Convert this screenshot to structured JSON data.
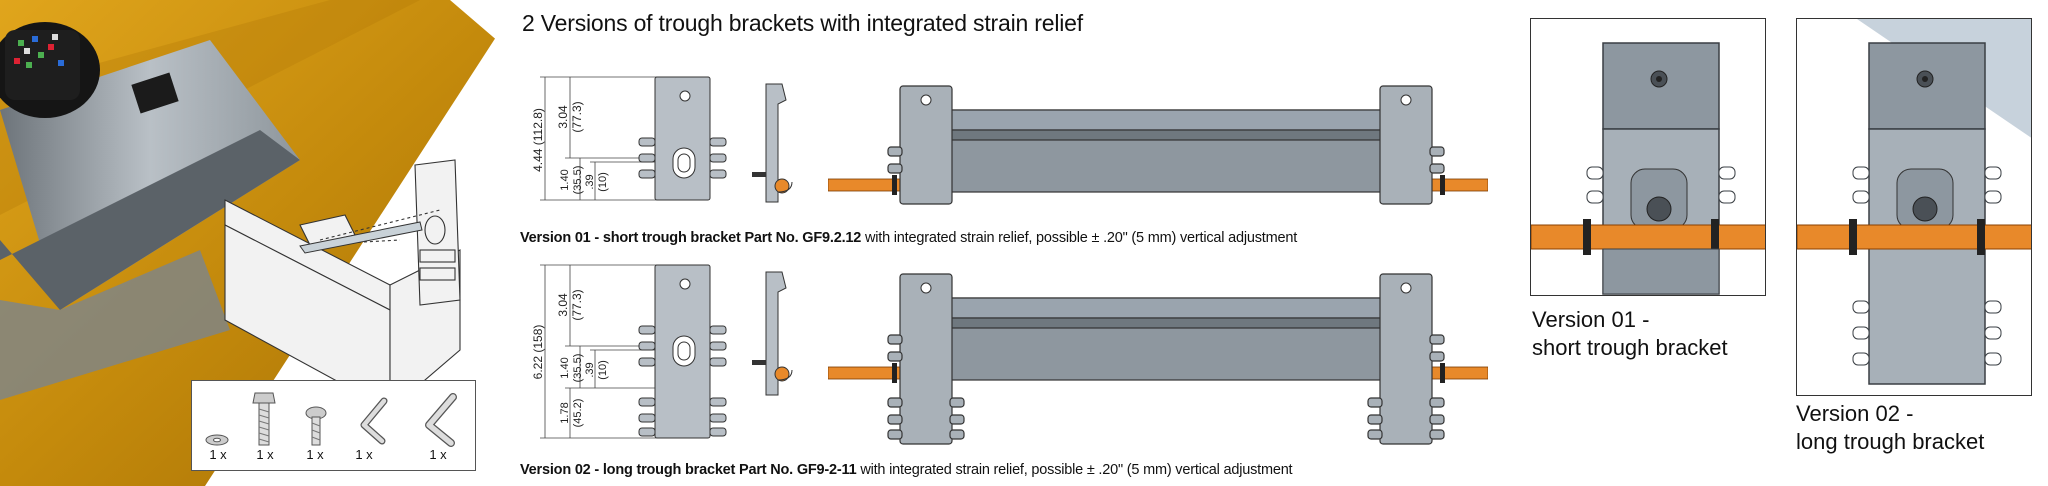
{
  "title": "2 Versions of trough brackets with integrated strain relief",
  "hardware": {
    "items": [
      {
        "name": "washer",
        "qty": "1 x"
      },
      {
        "name": "bolt",
        "qty": "1 x"
      },
      {
        "name": "screw",
        "qty": "1 x"
      },
      {
        "name": "hex-key-small",
        "qty": "1 x"
      },
      {
        "name": "hex-key-large",
        "qty": "1 x"
      }
    ]
  },
  "version01": {
    "caption_bold": "Version 01 - short trough bracket Part No. GF9.2.12",
    "caption_rest": " with integrated strain relief, possible ± .20\" (5 mm) vertical adjustment",
    "dims": {
      "total": "4.44 (112.8)",
      "upper_in": "3.04",
      "upper_mm": "(77.3)",
      "lower_in": "1.40",
      "lower_mm": "(35.5)",
      "small_in": ".39",
      "small_mm": "(10)"
    },
    "label_line1": "Version 01 -",
    "label_line2": "short trough bracket"
  },
  "version02": {
    "caption_bold": "Version 02 - long trough bracket Part No. GF9-2-11",
    "caption_rest": " with integrated strain relief, possible ± .20\" (5 mm) vertical adjustment",
    "dims": {
      "total": "6.22 (158)",
      "upper_in": "3.04",
      "upper_mm": "(77.3)",
      "lower_in": "1.40",
      "lower_mm": "(35.5)",
      "small_in": ".39",
      "small_mm": "(10)",
      "bottom_in": "1.78",
      "bottom_mm": "(45.2)"
    },
    "label_line1": "Version 02 -",
    "label_line2": "long trough bracket"
  },
  "colors": {
    "gold": "#c8930e",
    "cable": "#e8892a",
    "steel": "#8a949e",
    "trough": "#9aa4ae"
  }
}
